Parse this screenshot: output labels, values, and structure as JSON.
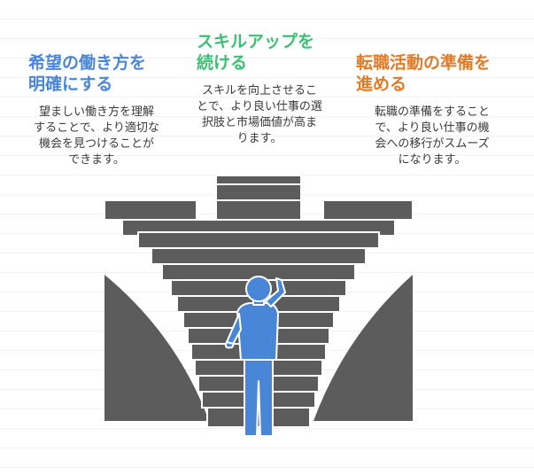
{
  "sections": {
    "left": {
      "heading": "希望の働き方を\n明確にする",
      "description": "望ましい働き方を理解\nすることで、より適切な\n機会を見つけることが\nできます。",
      "color": "#4a86d8"
    },
    "middle": {
      "heading": "スキルアップを\n続ける",
      "description": "スキルを向上させるこ\nとで、より良い仕事の選\n択肢と市場価値が高ま\nります。",
      "color": "#3dbf74"
    },
    "right": {
      "heading": "転職活動の準備を\n進める",
      "description": "転職の準備をすること\nで、より良い仕事の機\n会への移行がスムーズ\nになります。",
      "color": "#e07b28"
    }
  },
  "colors": {
    "staircase": "#5c5c5c",
    "step_edge": "#ffffff",
    "person": "#4a86d8"
  },
  "icons": {
    "figure": "thinking-person-icon"
  }
}
